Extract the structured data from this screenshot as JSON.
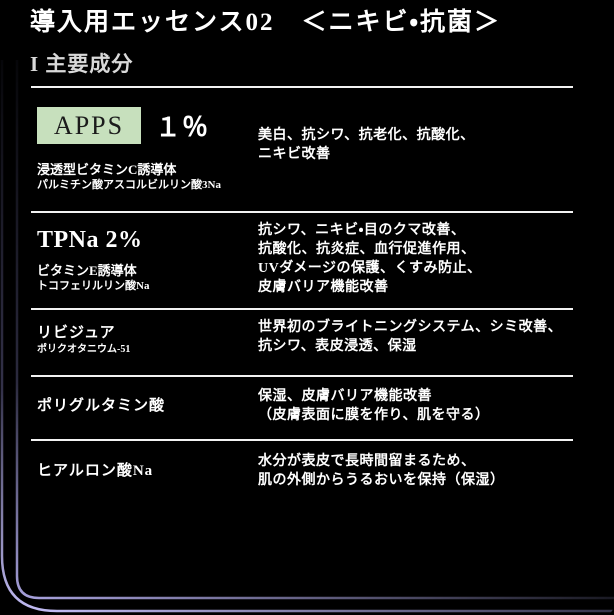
{
  "header": {
    "title": "導入用エッセンス02　＜ニキビ・抗菌＞",
    "section": "I 主要成分"
  },
  "colors": {
    "background": "#000000",
    "title_text": "#ffffff",
    "section_text": "#d9d9d9",
    "divider": "#f2f2f2",
    "apps_box_bg": "#c7e0bd",
    "apps_box_text": "#1b1b1b",
    "accent_lavender_bright": "#c0baf2",
    "accent_lavender_dim": "#a59fd9"
  },
  "ingredients": [
    {
      "name": "APPS",
      "concentration": "１％",
      "subtitle": "浸透型ビタミンC誘導体",
      "chemical": "パルミチン酸アスコルビルリン酸3Na",
      "effects": [
        "美白、抗シワ、抗老化、抗酸化、",
        "ニキビ改善"
      ]
    },
    {
      "name": "TPNa 2%",
      "subtitle": "ビタミンE誘導体",
      "chemical": "トコフェリルリン酸Na",
      "effects": [
        "抗シワ、ニキビ・目のクマ改善、",
        "抗酸化、抗炎症、血行促進作用、",
        "UVダメージの保護、くすみ防止、",
        "皮膚バリア機能改善"
      ]
    },
    {
      "name": "リビジュア",
      "chemical": "ポリクオタニウム-51",
      "effects": [
        "世界初のブライトニングシステム、シミ改善、",
        "抗シワ、表皮浸透、保湿"
      ]
    },
    {
      "name": "ポリグルタミン酸",
      "effects": [
        "保湿、皮膚バリア機能改善",
        "（皮膚表面に膜を作り、肌を守る）"
      ]
    },
    {
      "name": "ヒアルロン酸Na",
      "effects": [
        "水分が表皮で長時間留まるため、",
        "肌の外側からうるおいを保持（保湿）"
      ]
    }
  ]
}
